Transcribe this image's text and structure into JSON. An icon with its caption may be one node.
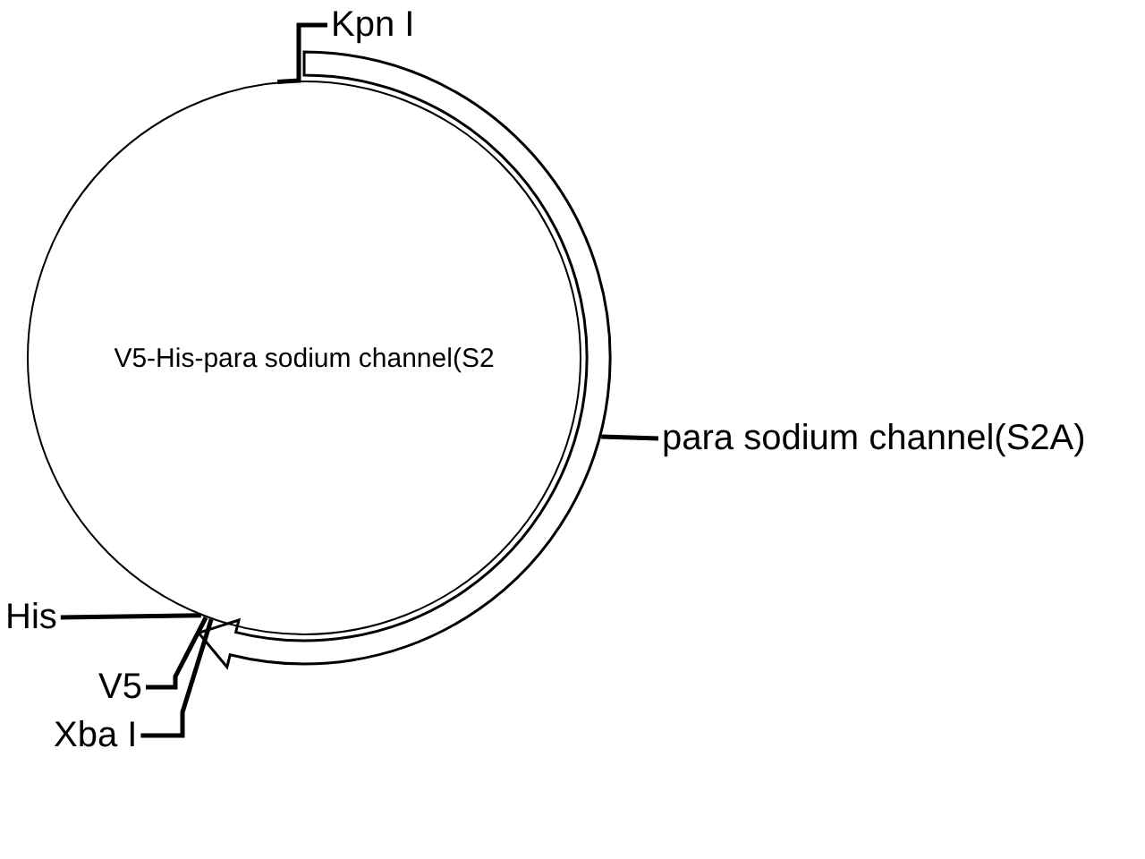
{
  "diagram": {
    "nodes": [
      {
        "text": [
          "V5-His-para sodium channel(S2"
        ]
      },
      {
        "text": [],
        "shape": "arrow"
      },
      {
        "text": [
          "Kpn I"
        ]
      },
      {
        "text": [
          "para sodium channel(S2A)"
        ]
      },
      {
        "text": [
          "His"
        ]
      },
      {
        "text": [
          "V5"
        ]
      },
      {
        "text": [
          "Xba I"
        ]
      }
    ],
    "edges": [
      {
        "from": 2,
        "to": 0,
        "arrow": "none"
      },
      {
        "from": 3,
        "to": 1,
        "arrow": "none"
      },
      {
        "from": 4,
        "to": 0,
        "arrow": "none"
      },
      {
        "from": 5,
        "to": 0,
        "arrow": "none"
      },
      {
        "from": 6,
        "to": 0,
        "arrow": "none"
      }
    ]
  }
}
